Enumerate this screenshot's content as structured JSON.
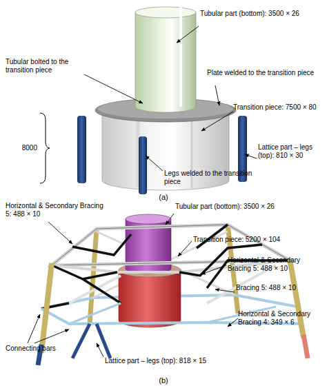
{
  "diagram": {
    "labels": [
      "Tubular part (bottom): 3500 × 26",
      "Tubular bolted to the transition piece",
      "Plate welded to the transition piece",
      "Transition piece: 7500 × 80",
      "8000",
      "Lattice part – legs (top): 810 × 30",
      "Legs welded to the transition piece",
      "(a)",
      "Horizontal & Secondary Bracing 5: 488 × 10",
      "Tubular part (bottom): 3500 × 26",
      "Transition piece: 5200 × 104",
      "Horizontal & Secondary Bracing 5: 488 × 10",
      "Bracing 5: 488 × 10",
      "Horizontal & Secondary Bracing 4: 349 × 6",
      "Connecting bars",
      "Lattice part – legs (top): 818 × 15",
      "(b)"
    ]
  }
}
